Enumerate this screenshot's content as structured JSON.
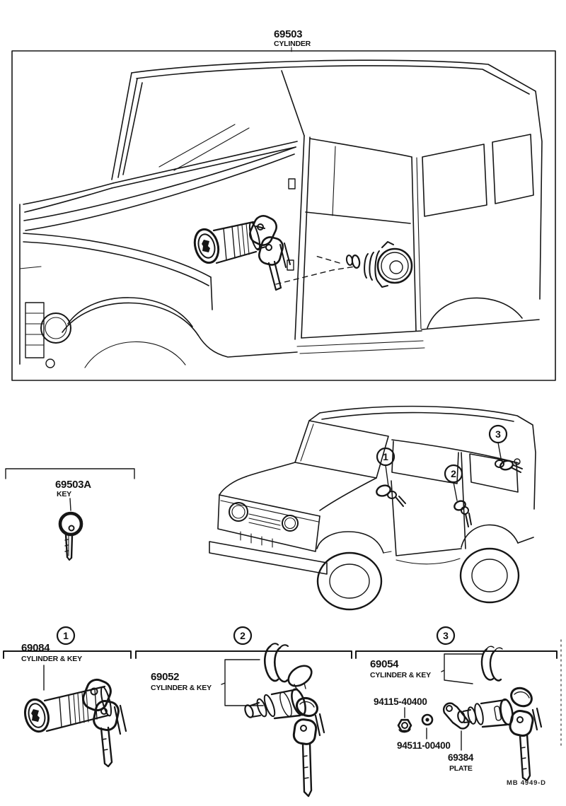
{
  "page": {
    "background": "#ffffff",
    "ink_color": "#161616",
    "footer_code": "MB 4949-D"
  },
  "top_figure": {
    "part_number": "69503",
    "part_name": "CYLINDER"
  },
  "key_figure": {
    "part_number": "69503A",
    "part_name": "KEY"
  },
  "vehicle_figure": {
    "callouts": [
      {
        "number": "1"
      },
      {
        "number": "2"
      },
      {
        "number": "3"
      }
    ]
  },
  "sections": [
    {
      "callout": "1",
      "part_number": "69084",
      "part_name": "CYLINDER & KEY"
    },
    {
      "callout": "2",
      "part_number": "69052",
      "part_name": "CYLINDER & KEY"
    },
    {
      "callout": "3",
      "part_number": "69054",
      "part_name": "CYLINDER & KEY",
      "sub_parts": [
        {
          "part_number": "94115-40400",
          "part_name": ""
        },
        {
          "part_number": "94511-00400",
          "part_name": ""
        },
        {
          "part_number": "69384",
          "part_name": "PLATE"
        }
      ]
    }
  ]
}
